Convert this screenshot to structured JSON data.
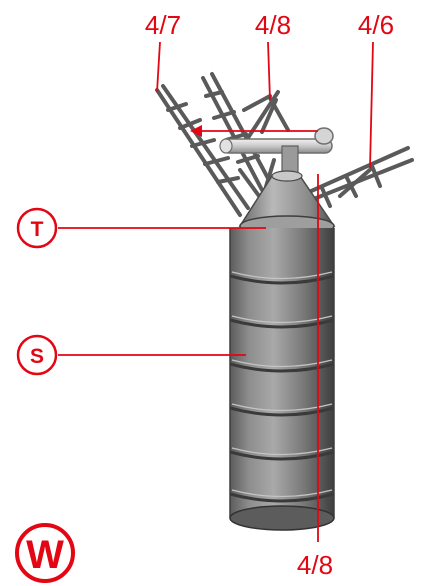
{
  "callouts": {
    "top_left": "4/7",
    "top_middle": "4/8",
    "top_right": "4/6",
    "bottom": "4/8"
  },
  "markers": {
    "top_section": "T",
    "shaft_section": "S"
  },
  "logo": "W",
  "colors": {
    "annotation": "#e30613",
    "metal_dark": "#4a4a4a",
    "metal_mid": "#8a8a8a",
    "metal_light": "#d8d8d8"
  }
}
